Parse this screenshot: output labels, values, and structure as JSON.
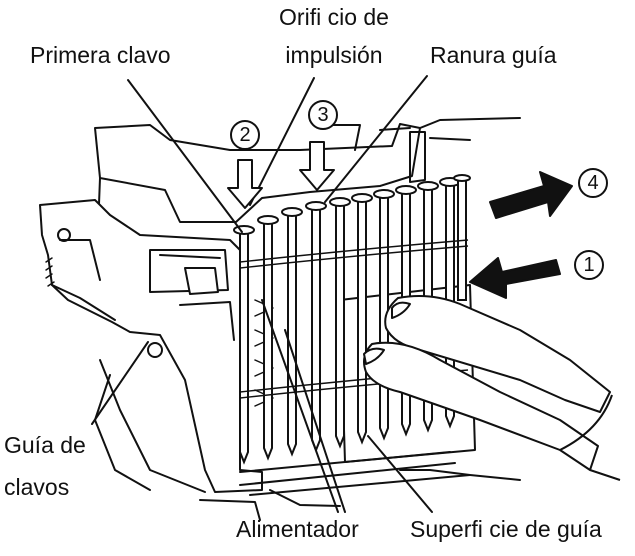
{
  "labels": {
    "primera_clavo": "Primera clavo",
    "orificio_line1": "Orifi cio de",
    "orificio_line2": "impulsión",
    "ranura_guia": "Ranura guía",
    "guia_de_line1": "Guía de",
    "guia_de_line2": "clavos",
    "alimentador": "Alimentador",
    "superficie": "Superfi cie de guía"
  },
  "steps": {
    "one": "1",
    "two": "2",
    "three": "3",
    "four": "4"
  },
  "icons": {
    "arrow_in": "arrow-left-icon",
    "arrow_out": "arrow-right-icon",
    "arrow_down": "arrow-down-icon"
  },
  "colors": {
    "ink": "#111111",
    "paper": "#ffffff"
  }
}
